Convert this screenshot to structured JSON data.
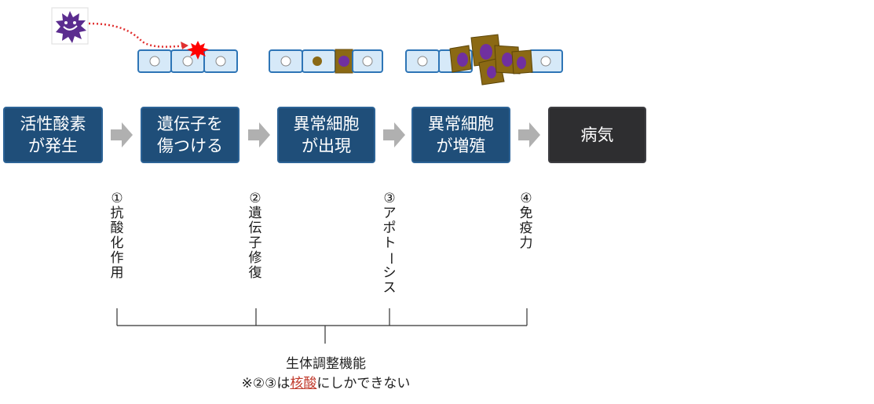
{
  "steps": [
    {
      "line1": "活性酸素",
      "line2": "が発生"
    },
    {
      "line1": "遺伝子を",
      "line2": "傷つける"
    },
    {
      "line1": "異常細胞",
      "line2": "が出現"
    },
    {
      "line1": "異常細胞",
      "line2": "が増殖"
    },
    {
      "line1": "病気",
      "line2": ""
    }
  ],
  "functions": [
    {
      "num": "①",
      "chars": [
        "抗",
        "酸",
        "化",
        "作",
        "用"
      ]
    },
    {
      "num": "②",
      "chars": [
        "遺",
        "伝",
        "子",
        "修",
        "復"
      ]
    },
    {
      "num": "③",
      "chars": [
        "ア",
        "ポ",
        "ト",
        "ー",
        "シ",
        "ス"
      ]
    },
    {
      "num": "④",
      "chars": [
        "免",
        "疫",
        "力"
      ]
    }
  ],
  "caption": {
    "line1": "生体調整機能",
    "line2_prefix": "※②③は",
    "line2_emph": "核酸",
    "line2_suffix": "にしかできない"
  },
  "colors": {
    "navy": "#1f4e79",
    "dark": "#2e2e30",
    "arrow": "#b0b0b0",
    "cell_fill": "#d6e9f8",
    "cell_border": "#2e75b6",
    "abnormal": "#8b6914",
    "nucleus": "#7030a0",
    "burst": "#ff0000"
  }
}
